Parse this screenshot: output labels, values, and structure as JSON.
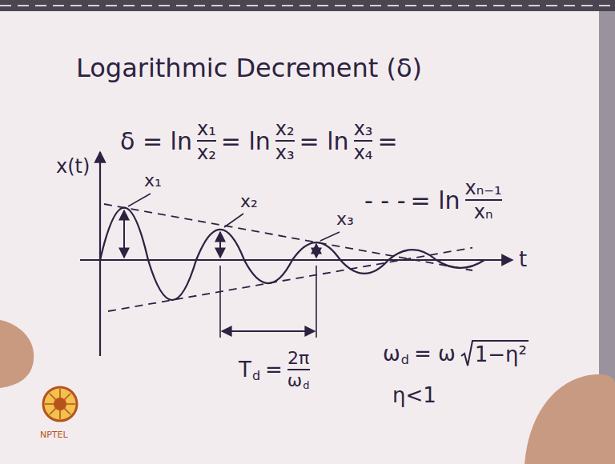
{
  "diagram": {
    "title": "Logarithmic Decrement (δ)",
    "labels": [
      "δ = ln",
      "x₁",
      "x₂",
      "= ln",
      "x₂",
      "x₃",
      "= ln",
      "x₃",
      "x₄",
      "=",
      "- - -",
      "= ln",
      "xₙ₋₁",
      "xₙ",
      "x(t)",
      "x₁",
      "x₂",
      "x₃",
      "t",
      "T",
      "d",
      "=",
      "2π",
      "ω",
      "d",
      "ω",
      "d",
      "= ω",
      "1−η²",
      "η<1",
      "NPTEL"
    ]
  }
}
